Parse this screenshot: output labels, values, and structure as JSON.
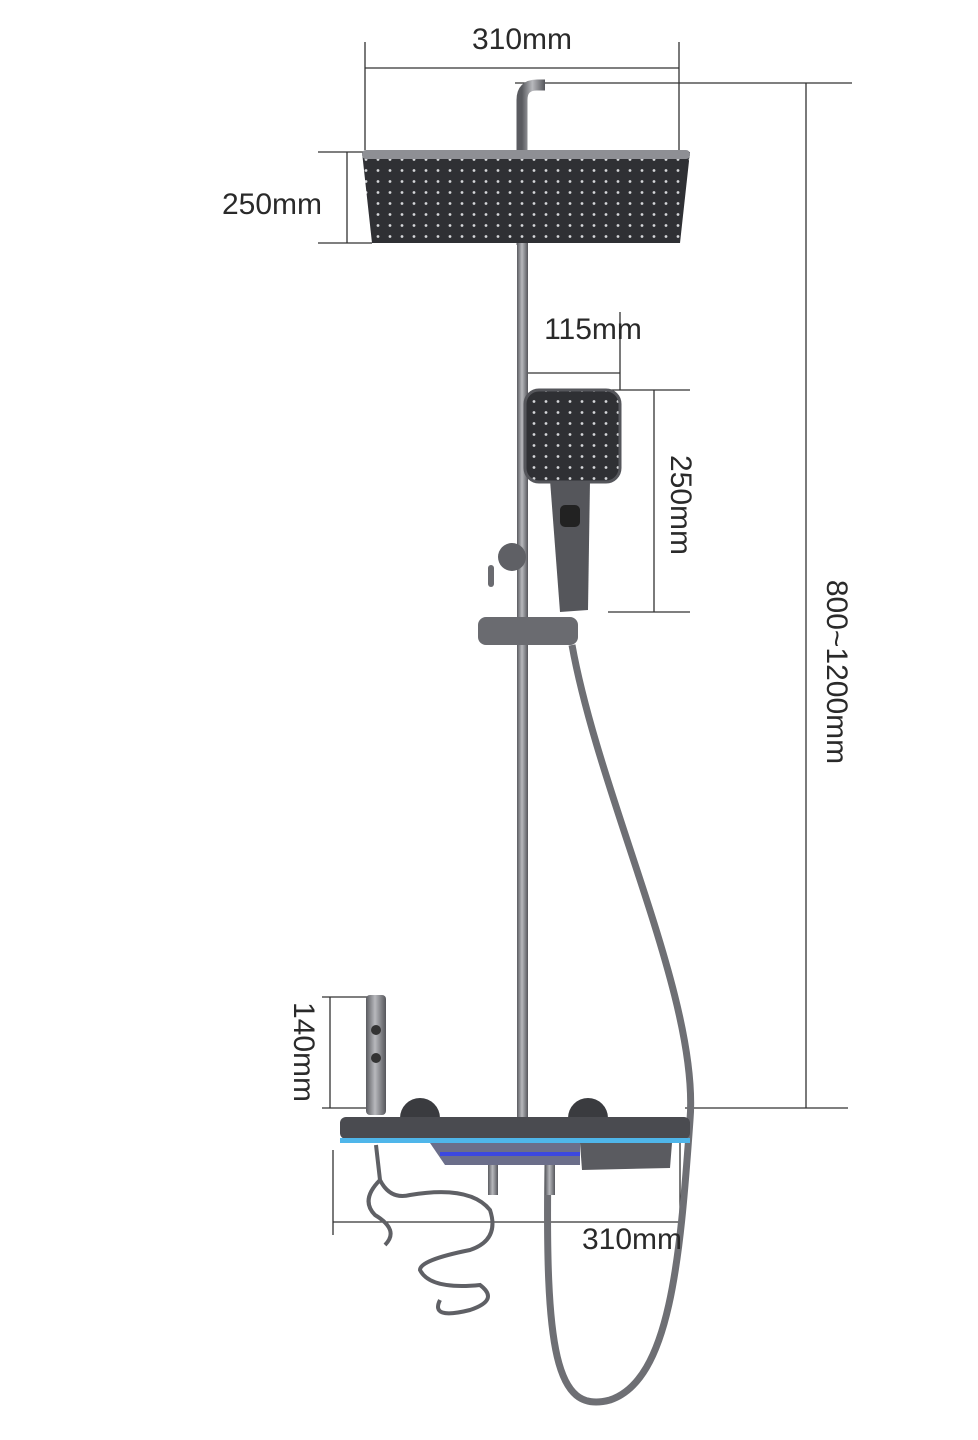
{
  "dimensions": {
    "rain_head_width": "310mm",
    "rain_head_depth": "250mm",
    "hand_shower_width": "115mm",
    "hand_shower_length": "250mm",
    "height_range": "800~1200mm",
    "spray_gun_height": "140mm",
    "shelf_width": "310mm"
  },
  "colors": {
    "body": "#3b3c40",
    "metal": "#7a7b80",
    "accent_blue": "#4fb6ea",
    "dim_line": "#333333"
  }
}
